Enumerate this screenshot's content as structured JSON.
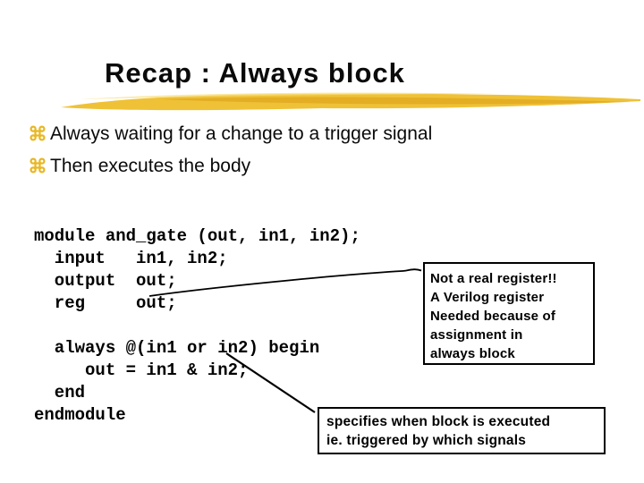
{
  "slide": {
    "title": "Recap : Always block",
    "bullets": [
      {
        "icon": "command-bullet",
        "text": "Always waiting for a change to a trigger signal"
      },
      {
        "icon": "command-bullet",
        "text": "Then executes the body"
      }
    ],
    "code_lines": [
      "module and_gate (out, in1, in2);",
      "  input   in1, in2;",
      "  output  out;",
      "  reg     out;",
      "",
      "  always @(in1 or in2) begin",
      "     out = in1 & in2;",
      "  end",
      "endmodule"
    ],
    "callouts": [
      {
        "points_to": "reg out;",
        "lines": [
          "Not a real register!!",
          "A Verilog register",
          "Needed because of",
          "assignment in",
          "always block"
        ]
      },
      {
        "points_to": "always @(in1 or in2)",
        "lines": [
          "specifies when block is executed",
          "ie. triggered by which signals"
        ]
      }
    ],
    "colors": {
      "background": "#FFFFFF",
      "text": "#000000",
      "bullet_gold": "#E8B723",
      "brush_gold_base": "#EFC136",
      "brush_gold_dark": "#D89C16",
      "brush_gold_light": "#F9DE7A",
      "connector": "#000000",
      "callout_border": "#000000"
    }
  }
}
